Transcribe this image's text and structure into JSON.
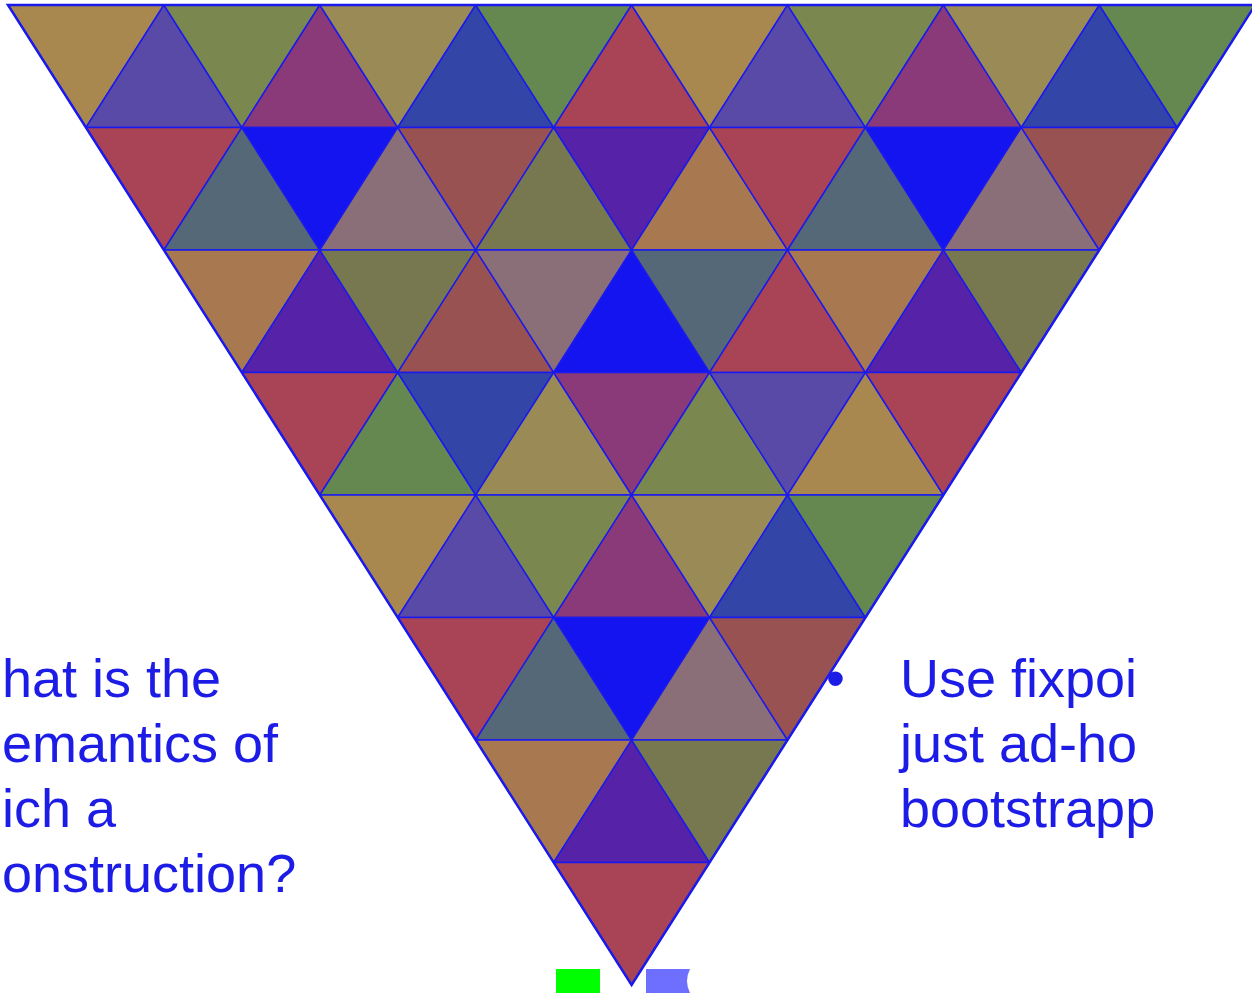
{
  "diagram": {
    "labels": [
      "hat is the",
      "emantics of",
      "ich a",
      "onstruction?",
      "•",
      "Use fixpoi",
      "just ad-ho",
      "bootstrapp"
    ]
  }
}
